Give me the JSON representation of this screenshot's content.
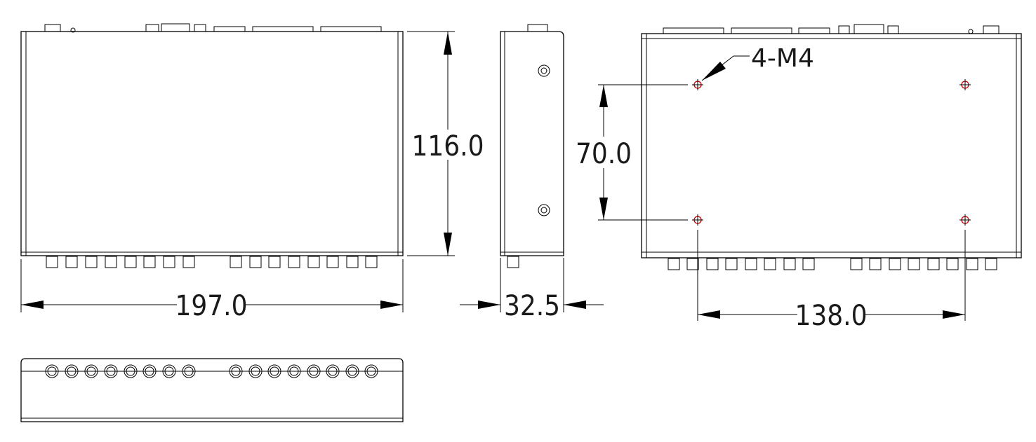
{
  "dimensions": {
    "width": "197.0",
    "height": "116.0",
    "depth": "32.5",
    "hole_spacing_vertical": "70.0",
    "hole_spacing_horizontal": "138.0"
  },
  "callouts": {
    "mounting_holes": "4-M4"
  },
  "colors": {
    "line": "#000000",
    "hole_mark": "#cc0000",
    "background": "#ffffff"
  }
}
